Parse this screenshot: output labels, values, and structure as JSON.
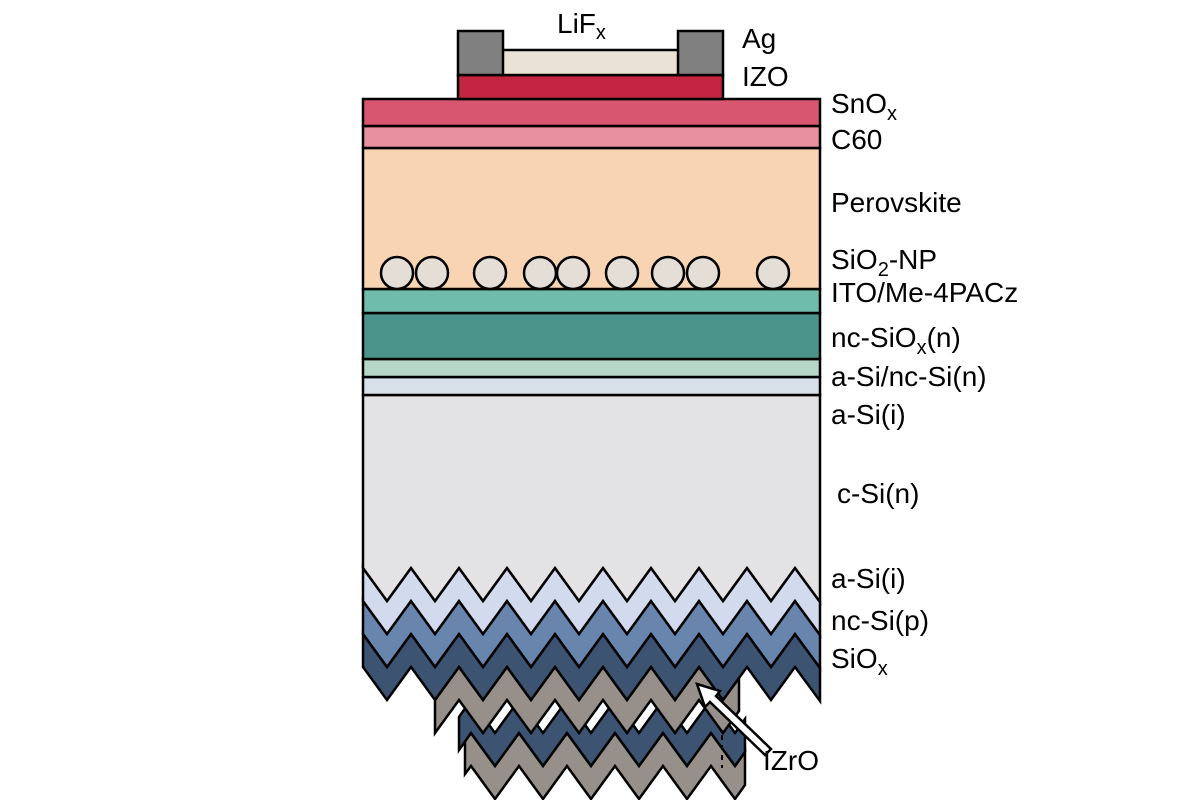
{
  "diagram": {
    "type": "layer-stack-schematic",
    "subject": "perovskite-silicon tandem solar cell cross-section",
    "stack_order_top_to_bottom": [
      "LiFx",
      "Ag",
      "IZO",
      "SnOx",
      "C60",
      "Perovskite",
      "SiO2-NP",
      "ITO/Me-4PACz",
      "nc-SiOx(n)",
      "a-Si/nc-Si(n)",
      "a-Si(i)",
      "c-Si(n)",
      "a-Si(i)",
      "nc-Si(p)",
      "SiOx",
      "IZrO"
    ],
    "nanoparticle_count": 9
  },
  "labels": {
    "lifx": {
      "main": "LiF",
      "sub": "x"
    },
    "ag": "Ag",
    "izo": "IZO",
    "snox": {
      "main": "SnO",
      "sub": "x"
    },
    "c60": "C60",
    "perovskite": "Perovskite",
    "sio2np": {
      "main": "SiO",
      "sub": "2",
      "tail": "-NP"
    },
    "ito_me4pacz": "ITO/Me-4PACz",
    "nc_siox_n": {
      "main": "nc-SiO",
      "sub": "x",
      "tail": "(n)"
    },
    "asi_ncsi_n": "a-Si/nc-Si(n)",
    "asi_i_top": "a-Si(i)",
    "csi_n": "c-Si(n)",
    "asi_i_bottom": "a-Si(i)",
    "nc_si_p": "nc-Si(p)",
    "siox": {
      "main": "SiO",
      "sub": "x"
    },
    "izro": "IZrO"
  },
  "colors": {
    "background": "#ffffff",
    "outline": "#000000",
    "label_text": "#000000",
    "ag_pad": "#808080",
    "lifx": "#eae2d5",
    "izo": "#c32440",
    "snox": "#d8566f",
    "c60": "#e9909f",
    "perovskite": "#f9d4b3",
    "sio2_np": "#e4ded7",
    "ito_me4pacz": "#6fbcac",
    "nc_siox_n": "#4a948c",
    "asi_ncsi_n": "#b6d7c8",
    "asi_i_top": "#d7dfe9",
    "csi_n": "#e3e3e5",
    "asi_i_zigzag": "#d2dbed",
    "nc_si_p": "#6885ae",
    "siox_zigzag": "#3c5372",
    "izro": "#97908a",
    "arrow_fill": "#ffffff"
  }
}
